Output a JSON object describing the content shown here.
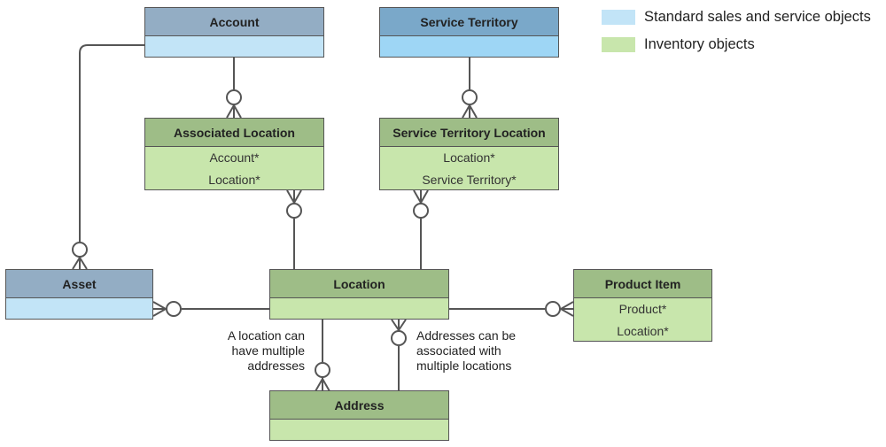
{
  "legend": {
    "items": [
      {
        "label": "Standard sales and service objects",
        "color": "#c2e4f7"
      },
      {
        "label": "Inventory objects",
        "color": "#c8e6ac"
      }
    ]
  },
  "entities": {
    "account": {
      "title": "Account",
      "fields": []
    },
    "service_territory": {
      "title": "Service Territory",
      "fields": []
    },
    "associated_location": {
      "title": "Associated Location",
      "fields": [
        "Account*",
        "Location*"
      ]
    },
    "service_territory_location": {
      "title": "Service Territory Location",
      "fields": [
        "Location*",
        "Service Territory*"
      ]
    },
    "asset": {
      "title": "Asset",
      "fields": []
    },
    "location": {
      "title": "Location",
      "fields": []
    },
    "product_item": {
      "title": "Product Item",
      "fields": [
        "Product*",
        "Location*"
      ]
    },
    "address": {
      "title": "Address",
      "fields": []
    }
  },
  "notes": {
    "location_addresses": [
      "A location can",
      "have multiple",
      "addresses"
    ],
    "address_locations": [
      "Addresses can be",
      "associated with",
      "multiple locations"
    ]
  },
  "colors": {
    "standard_header": "#93adc4",
    "standard_body": "#c2e4f7",
    "inventory_header": "#9ebd87",
    "inventory_body": "#c8e6ac",
    "line": "#555555"
  }
}
